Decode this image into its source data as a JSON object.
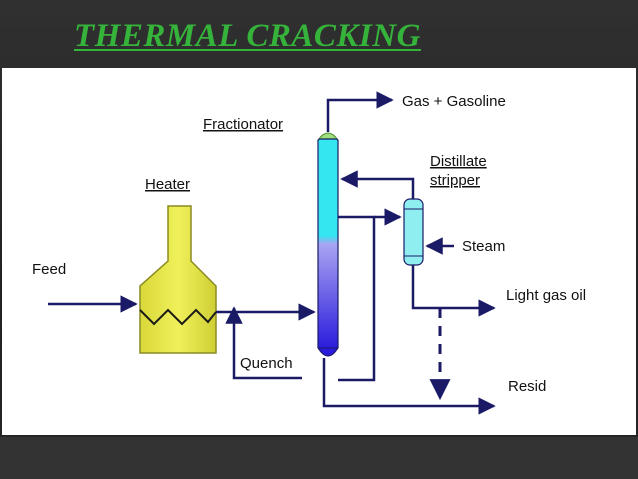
{
  "slide": {
    "title": "THERMAL CRACKING"
  },
  "diagram": {
    "labels": {
      "gas_gasoline": "Gas + Gasoline",
      "fractionator": "Fractionator",
      "distillate_stripper_line1": "Distillate",
      "distillate_stripper_line2": "stripper",
      "heater": "Heater",
      "steam": "Steam",
      "feed": "Feed",
      "light_gas_oil": "Light gas oil",
      "quench": "Quench",
      "resid": "Resid"
    },
    "colors": {
      "title": "#36b33a",
      "heater_fill": "#e8e84a",
      "fractionator_top": "#33e6f0",
      "fractionator_bottom": "#3a2be0",
      "stripper_fill": "#8feef0",
      "column_cap": "#9be07a",
      "lines": "#1a1a66"
    }
  }
}
